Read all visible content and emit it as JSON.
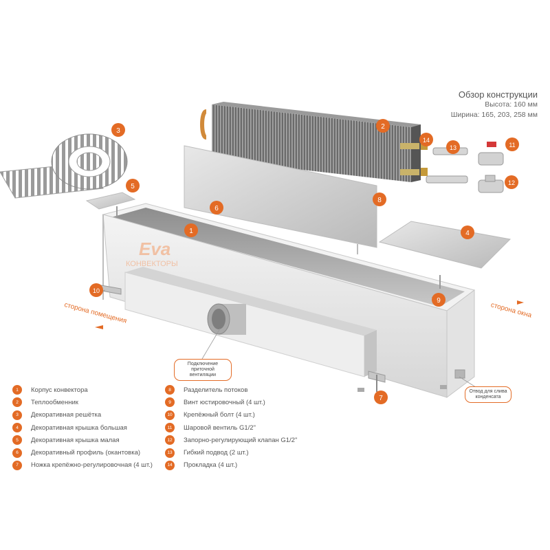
{
  "header": {
    "title": "Обзор конструкции",
    "height": "Высота: 160 мм",
    "width": "Ширина: 165, 203, 258 мм"
  },
  "watermark": {
    "brand": "Eva",
    "sub": "КОНВЕКТОРЫ"
  },
  "side_labels": {
    "room_side": "сторона помещения",
    "window_side": "сторона окна"
  },
  "callouts": {
    "ventilation": "Подключение приточной вентиляции",
    "drain": "Отвод для слива конденсата"
  },
  "markers": [
    "1",
    "2",
    "3",
    "4",
    "5",
    "6",
    "7",
    "8",
    "9",
    "10",
    "11",
    "12",
    "13",
    "14"
  ],
  "legend_left": [
    {
      "num": "1",
      "label": "Корпус конвектора"
    },
    {
      "num": "2",
      "label": "Теплообменник"
    },
    {
      "num": "3",
      "label": "Декоративная решётка"
    },
    {
      "num": "4",
      "label": "Декоративная крышка большая"
    },
    {
      "num": "5",
      "label": "Декоративная крышка малая"
    },
    {
      "num": "6",
      "label": "Декоративный профиль (окантовка)"
    },
    {
      "num": "7",
      "label": "Ножка крепёжно-регулировочная (4 шт.)"
    }
  ],
  "legend_right": [
    {
      "num": "8",
      "label": "Разделитель потоков"
    },
    {
      "num": "9",
      "label": "Винт юстировочный (4 шт.)"
    },
    {
      "num": "10",
      "label": "Крепёжный болт (4 шт.)"
    },
    {
      "num": "11",
      "label": "Шаровой вентиль G1/2\""
    },
    {
      "num": "12",
      "label": "Запорно-регулирующий клапан G1/2\""
    },
    {
      "num": "13",
      "label": "Гибкий подвод (2 шт.)"
    },
    {
      "num": "14",
      "label": "Прокладка (4 шт.)"
    }
  ],
  "colors": {
    "accent": "#e36b25",
    "metal": "#d9d9d9",
    "dark_metal": "#6d6d6d"
  }
}
